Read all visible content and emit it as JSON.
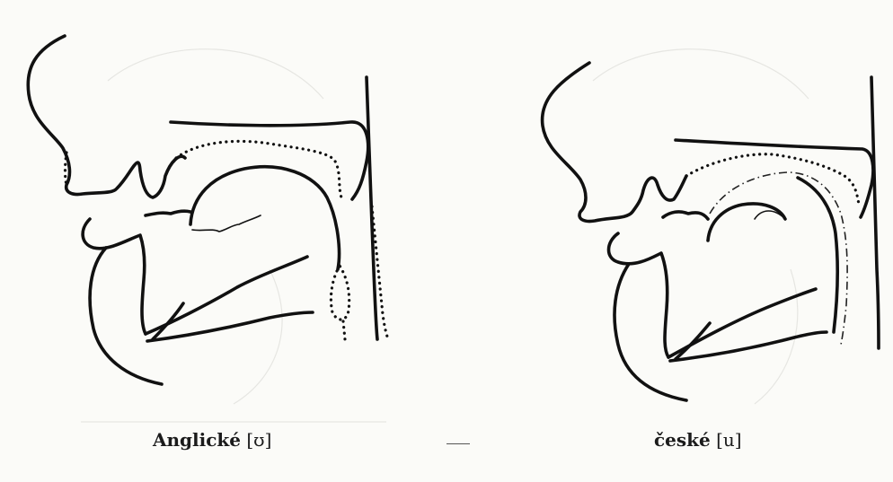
{
  "captions": {
    "left": {
      "word": "Anglické",
      "sound": "[ʊ]"
    },
    "separator": "—",
    "right": {
      "word": "české",
      "sound": "[u]"
    }
  }
}
